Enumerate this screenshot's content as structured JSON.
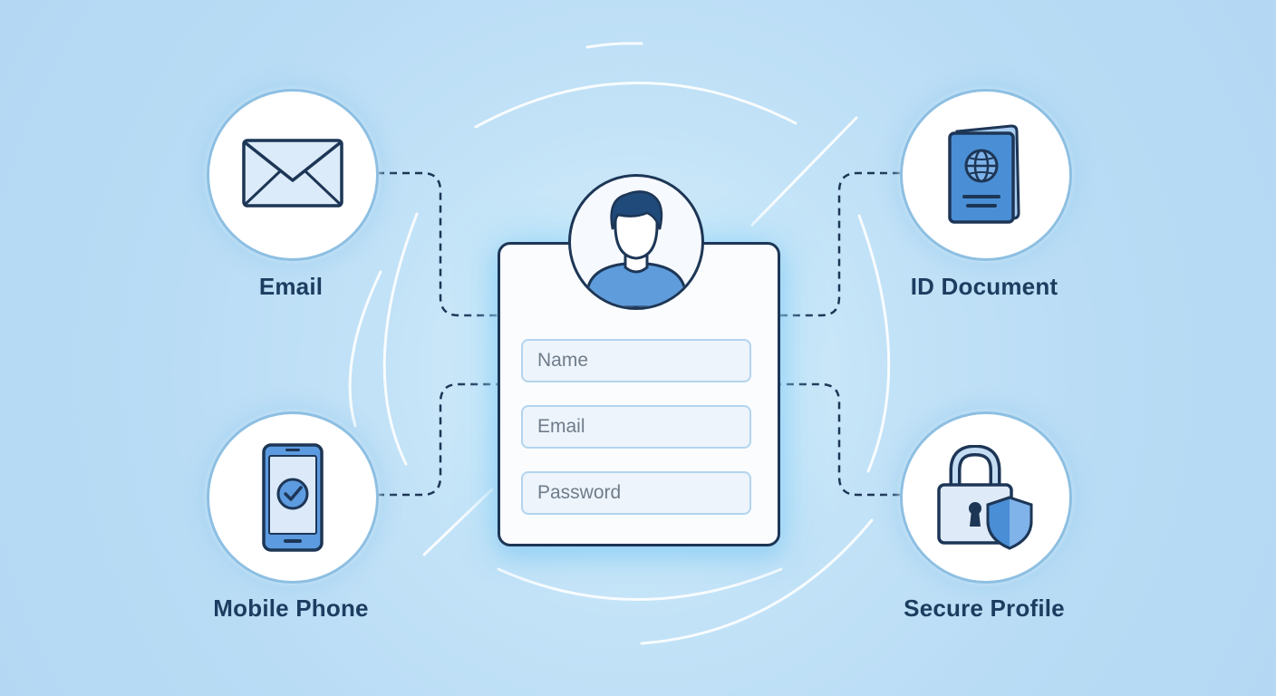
{
  "nodes": {
    "email": {
      "label": "Email",
      "icon": "envelope-icon"
    },
    "mobile_phone": {
      "label": "Mobile Phone",
      "icon": "smartphone-check-icon"
    },
    "id_document": {
      "label": "ID Document",
      "icon": "passport-icon"
    },
    "secure_profile": {
      "label": "Secure Profile",
      "icon": "padlock-shield-icon"
    }
  },
  "form": {
    "avatar_icon": "user-avatar-icon",
    "fields": [
      {
        "placeholder": "Name"
      },
      {
        "placeholder": "Email"
      },
      {
        "placeholder": "Password"
      }
    ]
  },
  "colors": {
    "background": "#b9dcf5",
    "card_border": "#1d3656",
    "node_border": "#8dbfe2",
    "icon_blue": "#4a8fd6",
    "label_text": "#1d3d60",
    "connector": "#1d3656"
  }
}
